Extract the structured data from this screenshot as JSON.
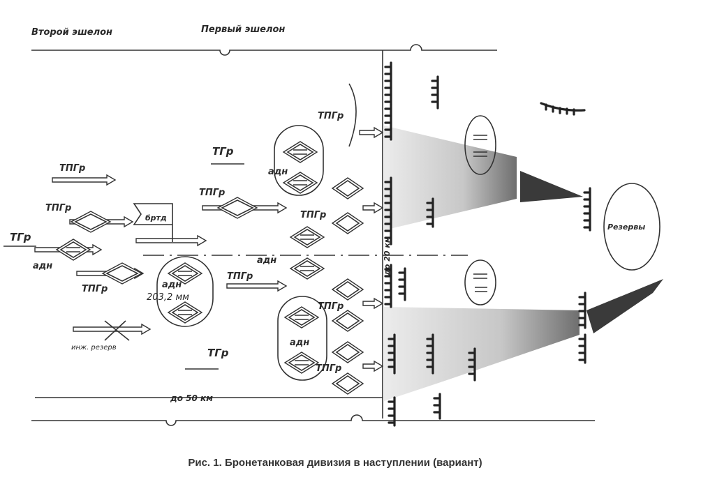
{
  "header": {
    "second_echelon": "Второй эшелон",
    "first_echelon": "Первый эшелон"
  },
  "units": {
    "tpgr": "ТПГр",
    "tgr": "ТГр",
    "adn": "адн",
    "artillery_caliber": "203,2 мм",
    "brtd": "бртд",
    "engineer_reserve": "инж. резерв",
    "reserves": "Резервы"
  },
  "measures": {
    "depth": "до 50 км",
    "width": "до 20 км"
  },
  "caption": "Рис. 1. Бронетанковая дивизия в наступлении (вариант)",
  "colors": {
    "ink": "#2a2a2a",
    "shade": "#8a8a8a"
  }
}
